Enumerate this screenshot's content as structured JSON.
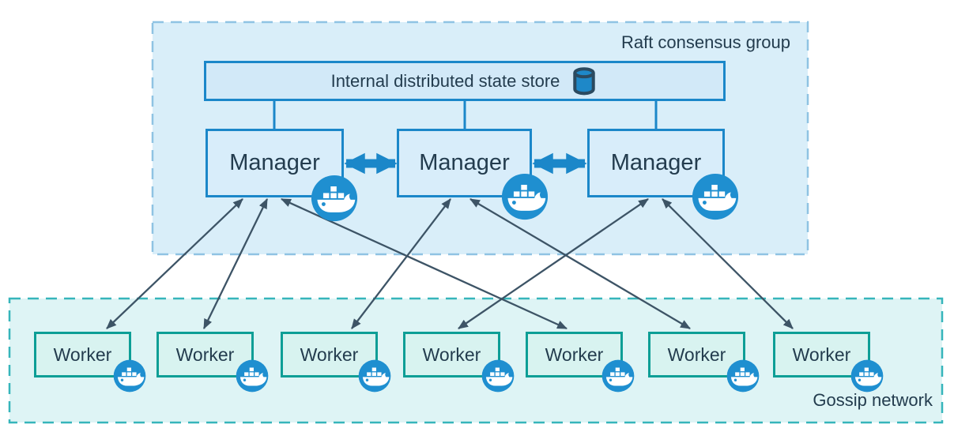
{
  "diagram": {
    "raft_group": {
      "label": "Raft consensus group",
      "state_store": {
        "label": "Internal distributed state store",
        "icon": "database-cylinder-icon"
      },
      "managers": [
        {
          "label": "Manager",
          "icon": "docker-whale-icon"
        },
        {
          "label": "Manager",
          "icon": "docker-whale-icon"
        },
        {
          "label": "Manager",
          "icon": "docker-whale-icon"
        }
      ],
      "manager_peer_links": [
        {
          "from": "manager-1",
          "to": "manager-2",
          "style": "thick-bidirectional"
        },
        {
          "from": "manager-2",
          "to": "manager-3",
          "style": "thick-bidirectional"
        }
      ]
    },
    "gossip_network": {
      "label": "Gossip network",
      "workers": [
        {
          "label": "Worker",
          "icon": "docker-whale-icon"
        },
        {
          "label": "Worker",
          "icon": "docker-whale-icon"
        },
        {
          "label": "Worker",
          "icon": "docker-whale-icon"
        },
        {
          "label": "Worker",
          "icon": "docker-whale-icon"
        },
        {
          "label": "Worker",
          "icon": "docker-whale-icon"
        },
        {
          "label": "Worker",
          "icon": "docker-whale-icon"
        },
        {
          "label": "Worker",
          "icon": "docker-whale-icon"
        }
      ]
    },
    "manager_worker_links": [
      {
        "from": "manager-1",
        "to": "worker-1",
        "style": "thin-bidirectional"
      },
      {
        "from": "manager-1",
        "to": "worker-2",
        "style": "thin-bidirectional"
      },
      {
        "from": "manager-1",
        "to": "worker-5",
        "style": "thin-bidirectional"
      },
      {
        "from": "manager-2",
        "to": "worker-3",
        "style": "thin-bidirectional"
      },
      {
        "from": "manager-2",
        "to": "worker-6",
        "style": "thin-bidirectional"
      },
      {
        "from": "manager-3",
        "to": "worker-4",
        "style": "thin-bidirectional"
      },
      {
        "from": "manager-3",
        "to": "worker-7",
        "style": "thin-bidirectional"
      }
    ],
    "colors": {
      "raft_fill": "#d9eef9",
      "raft_dash_border": "#8fc3e3",
      "node_blue_fill": "#d8edfa",
      "node_blue_border": "#1b87c9",
      "gossip_fill": "#def4f5",
      "gossip_dash_border": "#36b5bb",
      "worker_fill": "#d8f3f0",
      "worker_border": "#0d9e96",
      "docker_badge_blue": "#1f8fd0",
      "thin_arrow": "#3d5466",
      "text_navy": "#233c4e"
    }
  }
}
